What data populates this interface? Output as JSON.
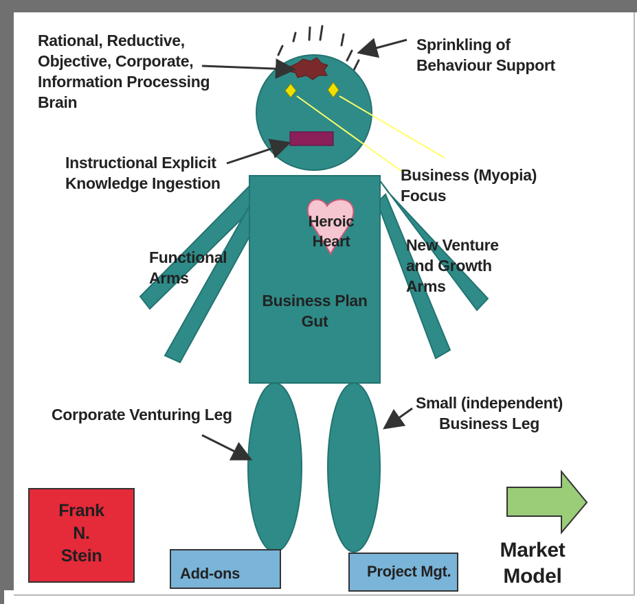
{
  "labels": {
    "brain": [
      "Rational, Reductive,",
      "Objective, Corporate,",
      "Information Processing",
      "Brain"
    ],
    "behaviour": [
      "Sprinkling of",
      "Behaviour Support"
    ],
    "ingestion": [
      "Instructional Explicit",
      "Knowledge Ingestion"
    ],
    "myopia": [
      "Business (Myopia)",
      "Focus"
    ],
    "heart": [
      "Heroic",
      "Heart"
    ],
    "functional_arms": [
      "Functional",
      "Arms"
    ],
    "venture_arms": [
      "New Venture",
      "and Growth",
      "Arms"
    ],
    "gut": [
      "Business Plan",
      "Gut"
    ],
    "corporate_leg": [
      "Corporate Venturing Leg"
    ],
    "small_leg": [
      "Small (independent)",
      "Business Leg"
    ],
    "frank": [
      "Frank",
      "N.",
      "Stein"
    ],
    "addons": "Add-ons",
    "project": "Project Mgt.",
    "market": [
      "Market",
      "Model"
    ]
  },
  "colors": {
    "body": "#2e8b88",
    "body_stroke": "#237370",
    "brain": "#7a2a2a",
    "eyes": "#f0e000",
    "mouth": "#8a1f5a",
    "heart": "#f5c6d0",
    "frank_box": "#e52a3a",
    "feet": "#7ab4d8",
    "arrow_green": "#9bcc78",
    "pointer": "#333333",
    "sight_line": "#ffff66"
  }
}
